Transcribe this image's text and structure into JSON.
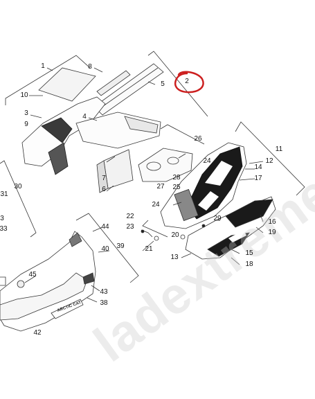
{
  "diagram": {
    "callouts": {
      "c1": "1",
      "c2": "2",
      "c3": "3",
      "c4": "4",
      "c5": "5",
      "c6": "6",
      "c7": "7",
      "c8": "8",
      "c9": "9",
      "c10": "10",
      "c11": "11",
      "c12": "12",
      "c13": "13",
      "c14": "14",
      "c15": "15",
      "c16": "16",
      "c17": "17",
      "c18": "18",
      "c19": "19",
      "c20": "20",
      "c21": "21",
      "c22": "22",
      "c23": "23",
      "c24a": "24",
      "c24b": "24",
      "c25": "25",
      "c26": "26",
      "c27": "27",
      "c28": "28",
      "c29": "29",
      "c30": "30",
      "c31": "31",
      "c33": "33",
      "c38": "38",
      "c39": "39",
      "c40": "40",
      "c42": "42",
      "c43": "43",
      "c44": "44",
      "c45": "45",
      "c_trunc": "3"
    },
    "decal_text": "ARCTIC CAT",
    "watermark": "ladextreme",
    "highlight_color": "#cc1f1f"
  }
}
